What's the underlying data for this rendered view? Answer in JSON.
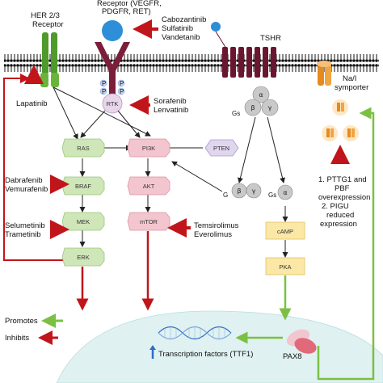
{
  "receptors": {
    "her": {
      "line1": "HER 2/3",
      "line2": "Receptor"
    },
    "rtk": {
      "line1": "Receptor (VEGFR,",
      "line2": "PDGFR, RET)",
      "core_label": "RTK",
      "phospho": "P"
    },
    "tshr": {
      "label": "TSHR"
    },
    "nai": {
      "line1": "Na/I",
      "line2": "symporter"
    }
  },
  "drugs": {
    "rtk_inhib": [
      "Cabozantinib",
      "Sulfatinib",
      "Vandetanib"
    ],
    "lapatinib": "Lapatinib",
    "rtk_inhib2": [
      "Sorafenib",
      "Lenvatinib"
    ],
    "braf_inhib": [
      "Dabrafenib",
      "Vemurafenib"
    ],
    "mek_inhib": [
      "Selumetinib",
      "Trametinib"
    ],
    "mtor_inhib": [
      "Temsirolimus",
      "Everolimus"
    ]
  },
  "nodes": {
    "ras": "RAS",
    "braf": "BRAF",
    "mek": "MEK",
    "erk": "ERK",
    "pi3k": "PI3K",
    "akt": "AKT",
    "mtor": "mTOR",
    "pten": "PTEN",
    "camp": "cAMP",
    "pka": "PKA"
  },
  "gprotein": {
    "alpha": "α",
    "beta": "β",
    "gamma": "γ",
    "gs": "Gs",
    "g_label": "G",
    "gs2": "Gs"
  },
  "nis_note": [
    "1. PTTG1 and",
    "PBF",
    "overexpression",
    "2. PIGU",
    "reduced",
    "expression"
  ],
  "legend": {
    "promotes": "Promotes",
    "inhibits": "Inhibits"
  },
  "nucleus": {
    "tf_label": "Transcription factors (TTF1)",
    "pax8": "PAX8"
  },
  "colors": {
    "inhibit_arrow": "#c0151b",
    "promote_arrow": "#7cc043",
    "membrane_lipid": "#1a1a1a",
    "her_receptor": "#4e9a2b",
    "rtk_receptor": "#7a1e3a",
    "tshr": "#6b1630",
    "symporter": "#e58a1f",
    "ras_path": "#cfe6b9",
    "pi3k_path": "#f3c6cf",
    "camp_path": "#fbe7a6",
    "nucleus": "#dff1f1",
    "pax8": "#e06a7a"
  }
}
